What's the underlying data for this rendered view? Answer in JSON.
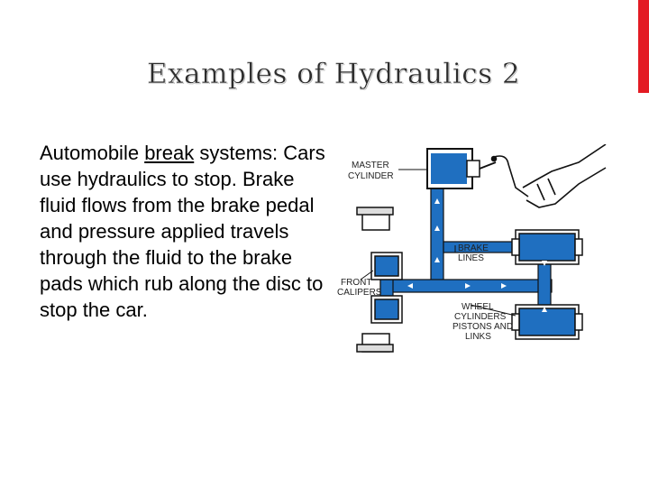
{
  "slide": {
    "title": "Examples of Hydraulics 2",
    "body_prefix": "Automobile ",
    "body_keyword": "break",
    "body_rest": " systems: Cars use hydraulics to stop. Brake fluid flows from the brake pedal and pressure applied travels through the fluid to the brake pads which rub along the disc to stop the car."
  },
  "diagram": {
    "labels": {
      "master_cylinder_1": "MASTER",
      "master_cylinder_2": "CYLINDER",
      "brake_lines_1": "BRAKE",
      "brake_lines_2": "LINES",
      "front_calipers_1": "FRONT",
      "front_calipers_2": "CALIPERS",
      "wheel_cyl_1": "WHEEL",
      "wheel_cyl_2": "CYLINDERS",
      "wheel_cyl_3": "PISTONS AND",
      "wheel_cyl_4": "LINKS"
    },
    "colors": {
      "fluid": "#1f6fc0",
      "accent_bar": "#e31b23"
    }
  }
}
